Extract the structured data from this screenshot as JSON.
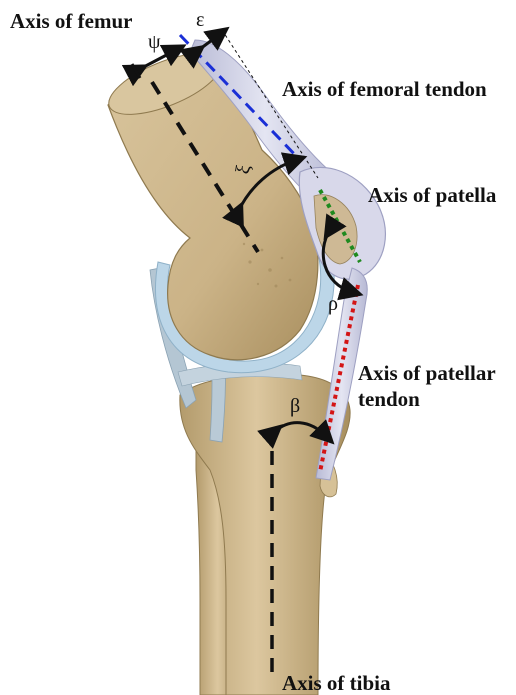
{
  "labels": {
    "axis_femur": "Axis of femur",
    "axis_femoral_tendon": "Axis of femoral tendon",
    "axis_patella": "Axis of patella",
    "axis_patellar_tendon_line1": "Axis of patellar",
    "axis_patellar_tendon_line2": "tendon",
    "axis_tibia": "Axis of tibia"
  },
  "angles": {
    "psi": "ψ",
    "epsilon": "ε",
    "xi": "ξ",
    "rho": "ρ",
    "beta": "β"
  },
  "colors": {
    "bone": "#cdb68c",
    "bone_shadow": "#a8925f",
    "cartilage": "#bcd6e8",
    "tendon": "#cfd0e6",
    "femoral_tendon_axis": "#1a2fd6",
    "patella_axis": "#1f8a1f",
    "patellar_tendon_axis": "#d41515",
    "black_axis": "#111111"
  }
}
